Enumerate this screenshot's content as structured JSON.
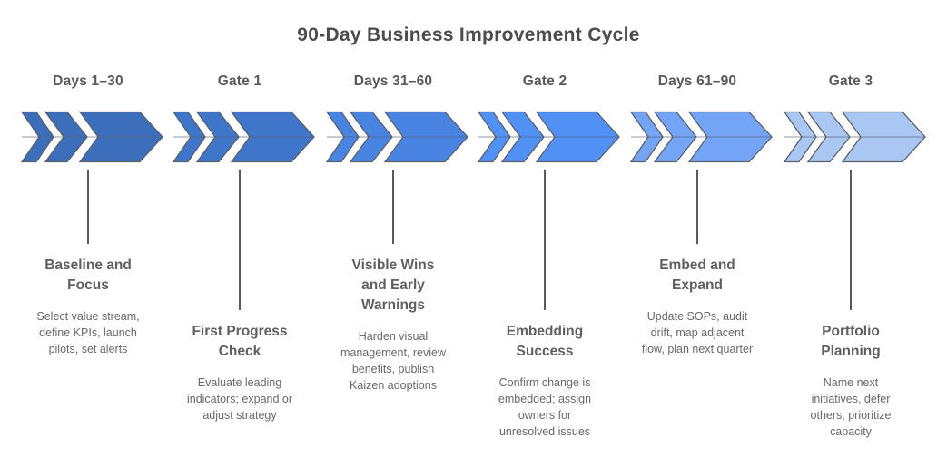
{
  "title": "90-Day Business Improvement Cycle",
  "diagram_type": "process-timeline",
  "accent_outline_color": "#5c6068",
  "stages": [
    {
      "label": "Days 1–30",
      "heading": "Baseline and Focus",
      "description": "Select value stream, define KPIs, launch pilots, set alerts",
      "color": "#3c6ebc",
      "connector": "short"
    },
    {
      "label": "Gate 1",
      "heading": "First Progress Check",
      "description": "Evaluate leading indicators; expand or adjust strategy",
      "color": "#3f76c9",
      "connector": "long"
    },
    {
      "label": "Days 31–60",
      "heading": "Visible Wins and Early Warnings",
      "description": "Harden visual management, review benefits, publish Kaizen adoptions",
      "color": "#4a84e2",
      "connector": "short"
    },
    {
      "label": "Gate 2",
      "heading": "Embedding Success",
      "description": "Confirm change is embedded; assign owners for unresolved issues",
      "color": "#5190f5",
      "connector": "long"
    },
    {
      "label": "Days 61–90",
      "heading": "Embed and Expand",
      "description": "Update SOPs, audit drift, map adjacent flow, plan next quarter",
      "color": "#74a4f6",
      "connector": "short"
    },
    {
      "label": "Gate 3",
      "heading": "Portfolio Planning",
      "description": "Name next initiatives, defer others, prioritize capacity",
      "color": "#a9c7f2",
      "connector": "long"
    }
  ]
}
